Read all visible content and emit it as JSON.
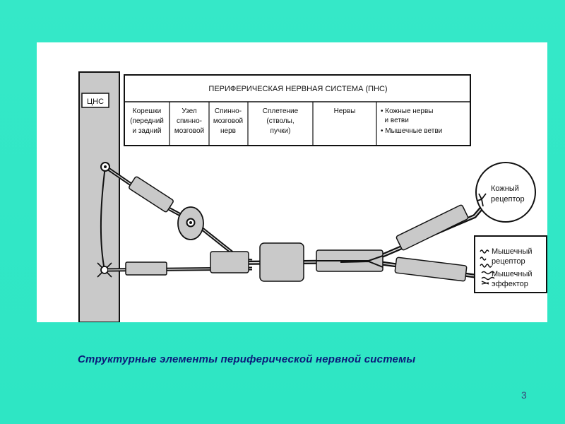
{
  "diagram": {
    "cns_label": "ЦНС",
    "header_title": "ПЕРИФЕРИЧЕСКАЯ НЕРВНАЯ СИСТЕМА (ПНС)",
    "columns": [
      {
        "id": "roots",
        "lines": [
          "Корешки",
          "(передний",
          "и задний"
        ]
      },
      {
        "id": "ganglion",
        "lines": [
          "Узел",
          "спинно-",
          "мозговой"
        ]
      },
      {
        "id": "spinal-nerve",
        "lines": [
          "Спинно-",
          "мозговой",
          "нерв"
        ]
      },
      {
        "id": "plexus",
        "lines": [
          "Сплетение",
          "(стволы,",
          "пучки)"
        ]
      },
      {
        "id": "nerves",
        "lines": [
          "Нервы"
        ]
      },
      {
        "id": "branches",
        "lines": [
          "• Кожные нервы",
          "  и ветви",
          "• Мышечные ветви"
        ]
      }
    ],
    "skin_receptor": [
      "Кожный",
      "рецептор"
    ],
    "muscle_receptor": [
      "Мышечный",
      "рецептор"
    ],
    "muscle_effector": [
      "Мышечный",
      "эффектор"
    ]
  },
  "caption": "Структурные элементы периферической нервной системы",
  "slide_number": "3",
  "colors": {
    "background": "#2fe9c6",
    "caption": "#0b1a7a",
    "ink": "#111111",
    "sheath_fill": "#c9c9c9"
  }
}
